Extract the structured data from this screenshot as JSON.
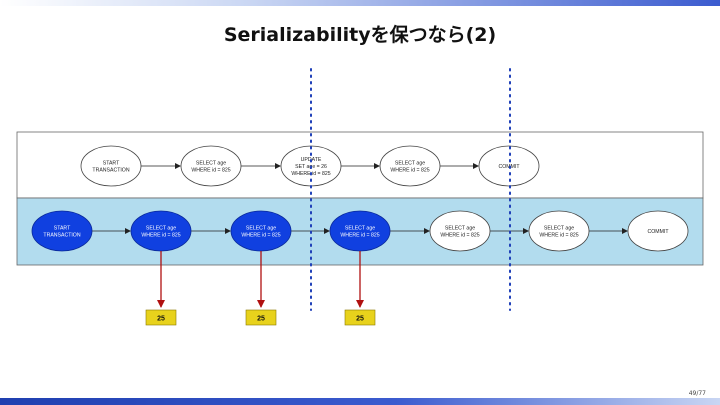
{
  "title": "Serializabilityを保つなら(2)",
  "page_number": "49/77",
  "colors": {
    "accent": "#1040e0",
    "lane_fill": "#b2dcee",
    "value_fill": "#e8d21c",
    "arrow_red": "#b01010",
    "divider": "#1e3fb8"
  },
  "top_lane": {
    "nodes": [
      {
        "lines": [
          "START",
          "TRANSACTION"
        ]
      },
      {
        "lines": [
          "SELECT age",
          "WHERE id = 825"
        ]
      },
      {
        "lines": [
          "UPDATE",
          "SET age = 26",
          "WHERE id = 825"
        ]
      },
      {
        "lines": [
          "SELECT age",
          "WHERE id = 825"
        ]
      },
      {
        "lines": [
          "COMMIT"
        ]
      }
    ]
  },
  "bottom_lane": {
    "nodes": [
      {
        "lines": [
          "START",
          "TRANSACTION"
        ]
      },
      {
        "lines": [
          "SELECT age",
          "WHERE id = 825"
        ]
      },
      {
        "lines": [
          "SELECT age",
          "WHERE id = 825"
        ]
      },
      {
        "lines": [
          "SELECT age",
          "WHERE id = 825"
        ]
      },
      {
        "lines": [
          "SELECT age",
          "WHERE id = 825"
        ]
      },
      {
        "lines": [
          "SELECT age",
          "WHERE id = 825"
        ]
      },
      {
        "lines": [
          "COMMIT"
        ]
      }
    ]
  },
  "results": [
    {
      "value": "25"
    },
    {
      "value": "25"
    },
    {
      "value": "25"
    }
  ]
}
